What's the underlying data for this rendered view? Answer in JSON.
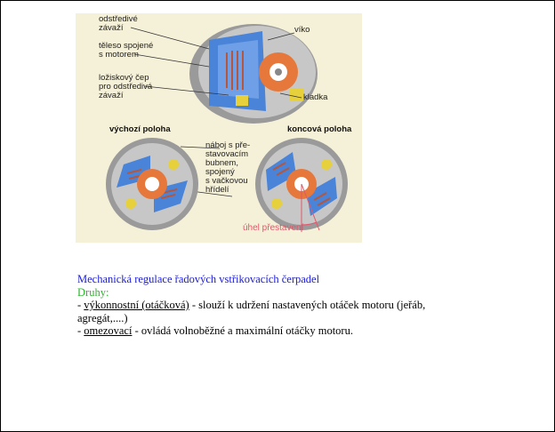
{
  "figure": {
    "labels": {
      "odstredive": "odstředivé\nzávaží",
      "teleso": "těleso spojené\ns motorem",
      "lozisko": "ložiskový čep\npro odstředivá\nzávaží",
      "viko": "víko",
      "kladka": "kladka",
      "vychozi": "výchozí poloha",
      "koncova": "koncová poloha",
      "naboj": "náboj s pře-\nstavovacím\nbubnem,\nspojený\ns vačkovou\nhřídelí",
      "uhel": "úhel přestavení"
    },
    "colors": {
      "background": "#f5f0d8",
      "housing": "#c7c7c7",
      "weights": "#4a84d8",
      "springs": "#b6563a",
      "hub": "#e5783a",
      "pads": "#e6d03b",
      "accent_red": "#e0586a"
    }
  },
  "text": {
    "title": "Mechanická regulace řadových vstřikovacích čerpadel",
    "druhy": "Druhy:",
    "item1_prefix": "- ",
    "item1_term": "výkonnostní (otáčková)",
    "item1_rest": " - slouží k udržení nastavených otáček motoru (jeřáb, agregát,....)",
    "item2_prefix": "- ",
    "item2_term": "omezovací",
    "item2_rest": " - ovládá volnoběžné a maximální otáčky motoru."
  }
}
